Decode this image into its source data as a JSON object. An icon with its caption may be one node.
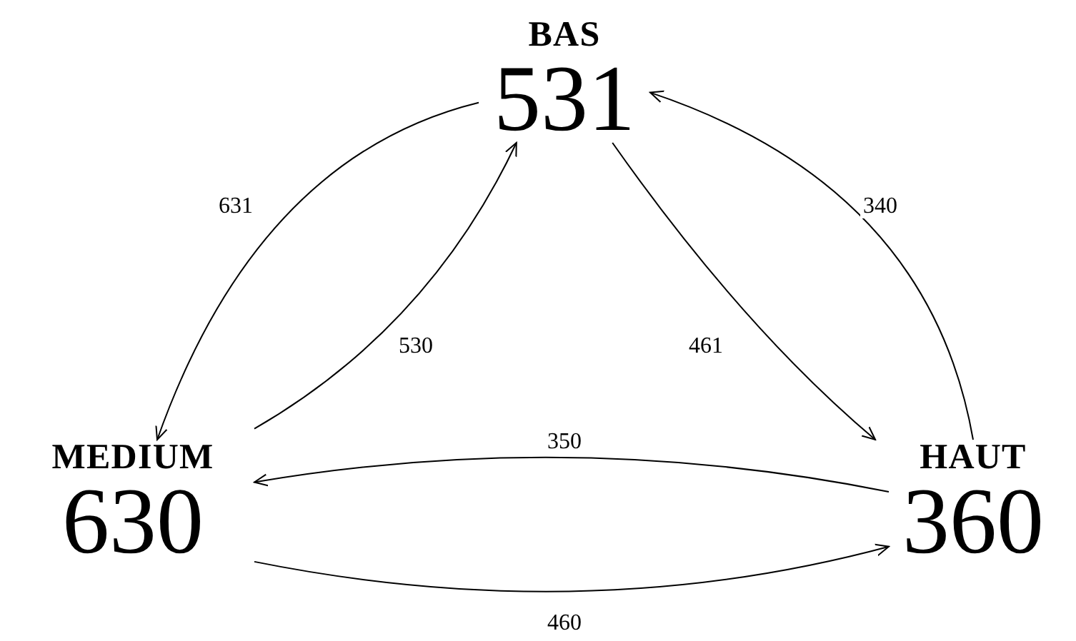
{
  "diagram": {
    "nodes": [
      {
        "text": [
          "BAS",
          "531"
        ]
      },
      {
        "text": [
          "MEDIUM",
          "630"
        ]
      },
      {
        "text": [
          "HAUT",
          "360"
        ]
      }
    ],
    "edges": [
      {
        "from": 0,
        "to": 1,
        "arrow": "to",
        "label": "631"
      },
      {
        "from": 1,
        "to": 0,
        "arrow": "to",
        "label": "530"
      },
      {
        "from": 0,
        "to": 2,
        "arrow": "to",
        "label": "461"
      },
      {
        "from": 2,
        "to": 0,
        "arrow": "to",
        "label": "340"
      },
      {
        "from": 2,
        "to": 1,
        "arrow": "to",
        "label": "350"
      },
      {
        "from": 1,
        "to": 2,
        "arrow": "to",
        "label": "460"
      }
    ]
  }
}
